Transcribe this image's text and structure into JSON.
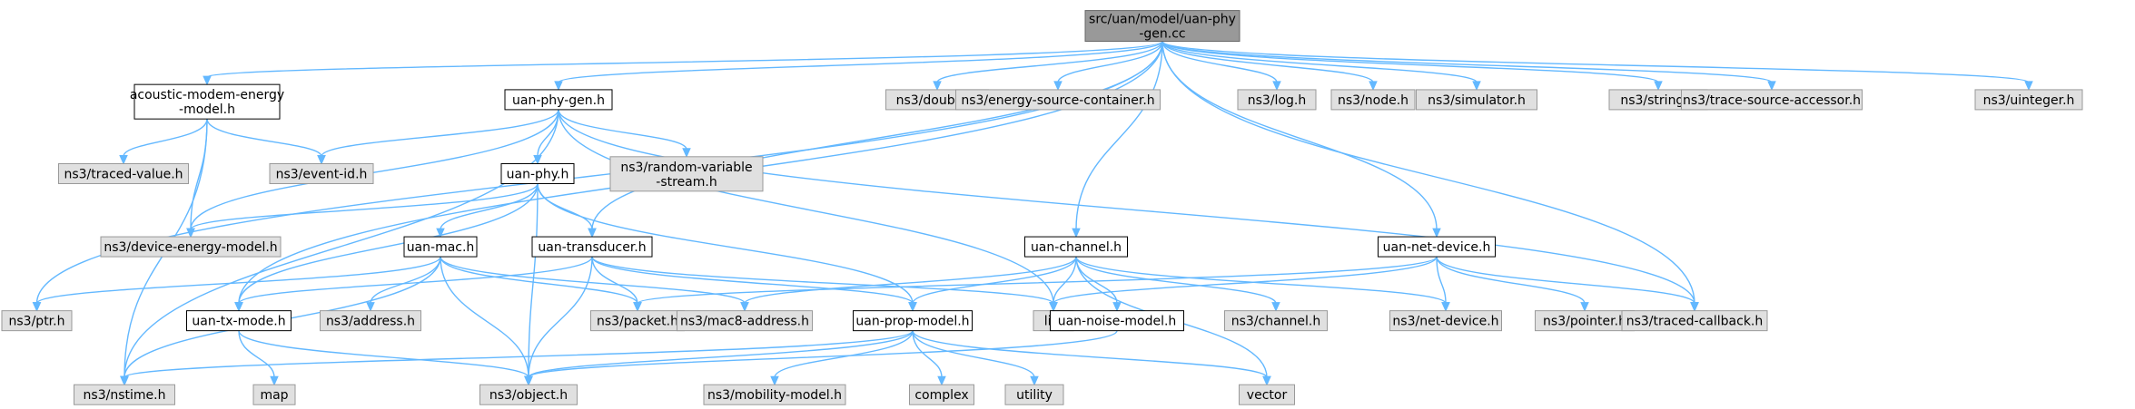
{
  "colors": {
    "edge": "#63b8ff",
    "root_fill": "#999999",
    "root_stroke": "#666666",
    "internal_fill": "#ffffff",
    "internal_stroke": "#000000",
    "external_fill": "#e0e0e0",
    "external_stroke": "#999999"
  },
  "nodes": [
    {
      "id": "root",
      "kind": "root",
      "lines": [
        "src/uan/model/uan-phy",
        "-gen.cc"
      ]
    },
    {
      "id": "acoustic",
      "kind": "internal",
      "lines": [
        "acoustic-modem-energy",
        "-model.h"
      ]
    },
    {
      "id": "uanphygen",
      "kind": "internal",
      "lines": [
        "uan-phy-gen.h"
      ]
    },
    {
      "id": "double",
      "kind": "external",
      "lines": [
        "ns3/double.h"
      ]
    },
    {
      "id": "esc",
      "kind": "external",
      "lines": [
        "ns3/energy-source-container.h"
      ]
    },
    {
      "id": "log",
      "kind": "external",
      "lines": [
        "ns3/log.h"
      ]
    },
    {
      "id": "node",
      "kind": "external",
      "lines": [
        "ns3/node.h"
      ]
    },
    {
      "id": "simulator",
      "kind": "external",
      "lines": [
        "ns3/simulator.h"
      ]
    },
    {
      "id": "string",
      "kind": "external",
      "lines": [
        "ns3/string.h"
      ]
    },
    {
      "id": "tsa",
      "kind": "external",
      "lines": [
        "ns3/trace-source-accessor.h"
      ]
    },
    {
      "id": "uinteger",
      "kind": "external",
      "lines": [
        "ns3/uinteger.h"
      ]
    },
    {
      "id": "tracedvalue",
      "kind": "external",
      "lines": [
        "ns3/traced-value.h"
      ]
    },
    {
      "id": "eventid",
      "kind": "external",
      "lines": [
        "ns3/event-id.h"
      ]
    },
    {
      "id": "uanphy",
      "kind": "internal",
      "lines": [
        "uan-phy.h"
      ]
    },
    {
      "id": "randomvar",
      "kind": "external",
      "lines": [
        "ns3/random-variable",
        "-stream.h"
      ]
    },
    {
      "id": "dem",
      "kind": "external",
      "lines": [
        "ns3/device-energy-model.h"
      ]
    },
    {
      "id": "uanmac",
      "kind": "internal",
      "lines": [
        "uan-mac.h"
      ]
    },
    {
      "id": "uantransducer",
      "kind": "internal",
      "lines": [
        "uan-transducer.h"
      ]
    },
    {
      "id": "uanchannel",
      "kind": "internal",
      "lines": [
        "uan-channel.h"
      ]
    },
    {
      "id": "uannetdevice",
      "kind": "internal",
      "lines": [
        "uan-net-device.h"
      ]
    },
    {
      "id": "ptr",
      "kind": "external",
      "lines": [
        "ns3/ptr.h"
      ]
    },
    {
      "id": "uantxmode",
      "kind": "internal",
      "lines": [
        "uan-tx-mode.h"
      ]
    },
    {
      "id": "address",
      "kind": "external",
      "lines": [
        "ns3/address.h"
      ]
    },
    {
      "id": "packet",
      "kind": "external",
      "lines": [
        "ns3/packet.h"
      ]
    },
    {
      "id": "mac8",
      "kind": "external",
      "lines": [
        "ns3/mac8-address.h"
      ]
    },
    {
      "id": "uanprop",
      "kind": "internal",
      "lines": [
        "uan-prop-model.h"
      ]
    },
    {
      "id": "list",
      "kind": "external",
      "lines": [
        "list"
      ]
    },
    {
      "id": "uannoise",
      "kind": "internal",
      "lines": [
        "uan-noise-model.h"
      ]
    },
    {
      "id": "channel",
      "kind": "external",
      "lines": [
        "ns3/channel.h"
      ]
    },
    {
      "id": "netdevice",
      "kind": "external",
      "lines": [
        "ns3/net-device.h"
      ]
    },
    {
      "id": "pointer",
      "kind": "external",
      "lines": [
        "ns3/pointer.h"
      ]
    },
    {
      "id": "tracedcb",
      "kind": "external",
      "lines": [
        "ns3/traced-callback.h"
      ]
    },
    {
      "id": "nstime",
      "kind": "external",
      "lines": [
        "ns3/nstime.h"
      ]
    },
    {
      "id": "map",
      "kind": "external",
      "lines": [
        "map"
      ]
    },
    {
      "id": "object",
      "kind": "external",
      "lines": [
        "ns3/object.h"
      ]
    },
    {
      "id": "mobility",
      "kind": "external",
      "lines": [
        "ns3/mobility-model.h"
      ]
    },
    {
      "id": "complex",
      "kind": "external",
      "lines": [
        "complex"
      ]
    },
    {
      "id": "utility",
      "kind": "external",
      "lines": [
        "utility"
      ]
    },
    {
      "id": "vector",
      "kind": "external",
      "lines": [
        "vector"
      ]
    }
  ],
  "edges": [
    [
      "root",
      "acoustic"
    ],
    [
      "root",
      "uanphygen"
    ],
    [
      "root",
      "double"
    ],
    [
      "root",
      "esc"
    ],
    [
      "root",
      "log"
    ],
    [
      "root",
      "node"
    ],
    [
      "root",
      "simulator"
    ],
    [
      "root",
      "string"
    ],
    [
      "root",
      "tsa"
    ],
    [
      "root",
      "uinteger"
    ],
    [
      "root",
      "ptr"
    ],
    [
      "root",
      "uantxmode"
    ],
    [
      "root",
      "uantransducer"
    ],
    [
      "root",
      "uanchannel"
    ],
    [
      "root",
      "uannetdevice"
    ],
    [
      "root",
      "tracedcb"
    ],
    [
      "acoustic",
      "tracedvalue"
    ],
    [
      "acoustic",
      "eventid"
    ],
    [
      "acoustic",
      "dem"
    ],
    [
      "acoustic",
      "nstime"
    ],
    [
      "uanphygen",
      "eventid"
    ],
    [
      "uanphygen",
      "uanphy"
    ],
    [
      "uanphygen",
      "randomvar"
    ],
    [
      "uanphygen",
      "dem"
    ],
    [
      "uanphygen",
      "nstime"
    ],
    [
      "uanphygen",
      "list"
    ],
    [
      "uanphygen",
      "tracedcb"
    ],
    [
      "uanphy",
      "dem"
    ],
    [
      "uanphy",
      "uanmac"
    ],
    [
      "uanphy",
      "uantransducer"
    ],
    [
      "uanphy",
      "uantxmode"
    ],
    [
      "uanphy",
      "uanprop"
    ],
    [
      "uanphy",
      "object"
    ],
    [
      "uanmac",
      "ptr"
    ],
    [
      "uanmac",
      "address"
    ],
    [
      "uanmac",
      "packet"
    ],
    [
      "uanmac",
      "mac8"
    ],
    [
      "uanmac",
      "object"
    ],
    [
      "uanmac",
      "nstime"
    ],
    [
      "uantransducer",
      "uantxmode"
    ],
    [
      "uantransducer",
      "packet"
    ],
    [
      "uantransducer",
      "list"
    ],
    [
      "uantransducer",
      "object"
    ],
    [
      "uantransducer",
      "uanprop"
    ],
    [
      "uanchannel",
      "mac8"
    ],
    [
      "uanchannel",
      "list"
    ],
    [
      "uanchannel",
      "uanprop"
    ],
    [
      "uanchannel",
      "uannoise"
    ],
    [
      "uanchannel",
      "channel"
    ],
    [
      "uanchannel",
      "netdevice"
    ],
    [
      "uanchannel",
      "vector"
    ],
    [
      "uannetdevice",
      "list"
    ],
    [
      "uannetdevice",
      "netdevice"
    ],
    [
      "uannetdevice",
      "pointer"
    ],
    [
      "uannetdevice",
      "tracedcb"
    ],
    [
      "uannetdevice",
      "packet"
    ],
    [
      "uantxmode",
      "map"
    ],
    [
      "uantxmode",
      "object"
    ],
    [
      "uanprop",
      "object"
    ],
    [
      "uanprop",
      "nstime"
    ],
    [
      "uanprop",
      "mobility"
    ],
    [
      "uanprop",
      "complex"
    ],
    [
      "uanprop",
      "utility"
    ],
    [
      "uanprop",
      "vector"
    ],
    [
      "uannoise",
      "object"
    ]
  ]
}
